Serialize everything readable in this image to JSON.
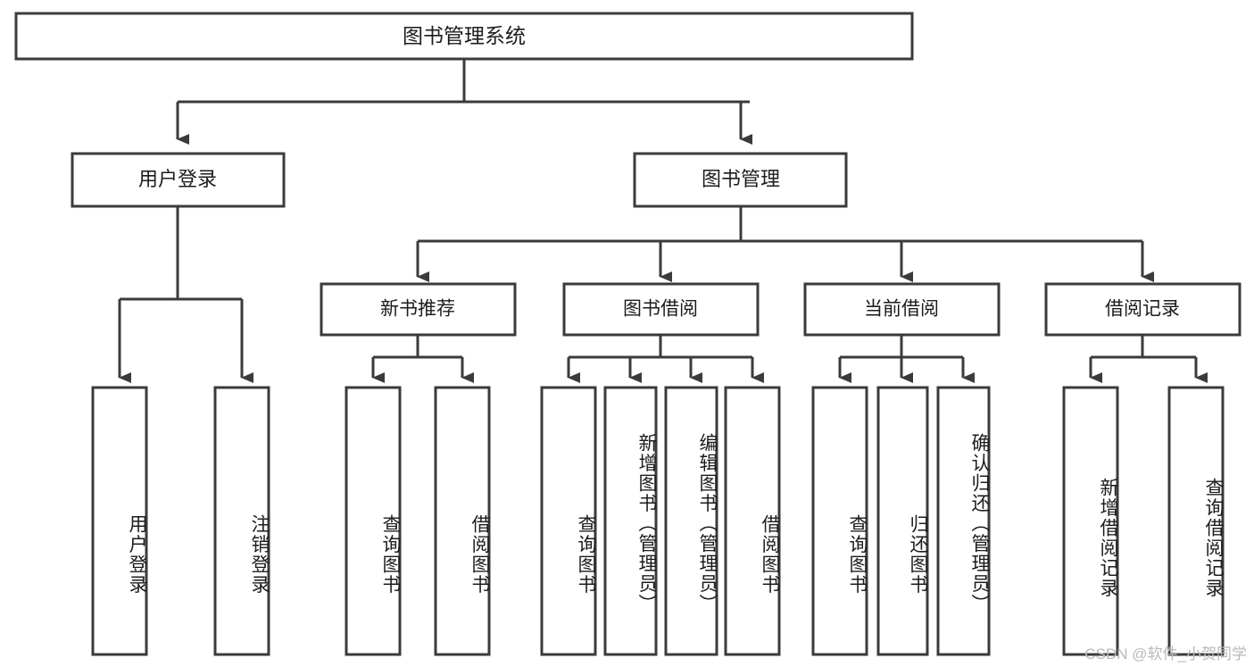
{
  "diagram": {
    "type": "tree",
    "title": "图书管理系统",
    "watermark": "CSDN @软件_小贺同学",
    "colors": {
      "stroke": "#3b3b3b",
      "fill": "#ffffff",
      "text": "#1c1c1c",
      "watermark": "#b9b9b9"
    },
    "levels": {
      "root": {
        "label": "图书管理系统"
      },
      "level2": [
        {
          "label": "用户登录"
        },
        {
          "label": "图书管理"
        }
      ],
      "level3": [
        {
          "label": "新书推荐"
        },
        {
          "label": "图书借阅"
        },
        {
          "label": "当前借阅"
        },
        {
          "label": "借阅记录"
        }
      ],
      "leaves": {
        "user_login": [
          {
            "label": "用户登录"
          },
          {
            "label": "注销登录"
          }
        ],
        "new_book_recommend": [
          {
            "label": "查询图书"
          },
          {
            "label": "借阅图书"
          }
        ],
        "book_borrow": [
          {
            "label": "查询图书"
          },
          {
            "label": "新增图书（管理员）"
          },
          {
            "label": "编辑图书（管理员）"
          },
          {
            "label": "借阅图书"
          }
        ],
        "current_borrow": [
          {
            "label": "查询图书"
          },
          {
            "label": "归还图书"
          },
          {
            "label": "确认归还（管理员）"
          }
        ],
        "borrow_record": [
          {
            "label": "新增借阅记录"
          },
          {
            "label": "查询借阅记录"
          }
        ]
      }
    }
  }
}
